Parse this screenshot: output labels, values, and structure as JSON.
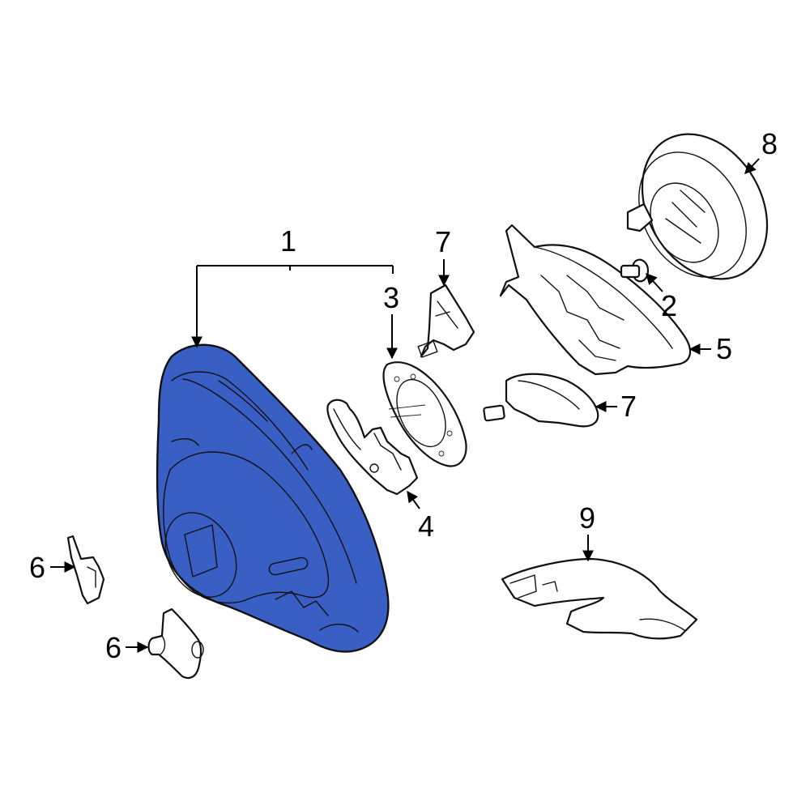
{
  "colors": {
    "highlight": "#3a5fc4",
    "line": "#111111",
    "background": "#ffffff"
  },
  "callouts": [
    {
      "id": "c1",
      "label": "1"
    },
    {
      "id": "c2",
      "label": "2"
    },
    {
      "id": "c3",
      "label": "3"
    },
    {
      "id": "c4",
      "label": "4"
    },
    {
      "id": "c5",
      "label": "5"
    },
    {
      "id": "c6a",
      "label": "6"
    },
    {
      "id": "c6b",
      "label": "6"
    },
    {
      "id": "c7a",
      "label": "7"
    },
    {
      "id": "c7b",
      "label": "7"
    },
    {
      "id": "c8",
      "label": "8"
    },
    {
      "id": "c9",
      "label": "9"
    }
  ]
}
